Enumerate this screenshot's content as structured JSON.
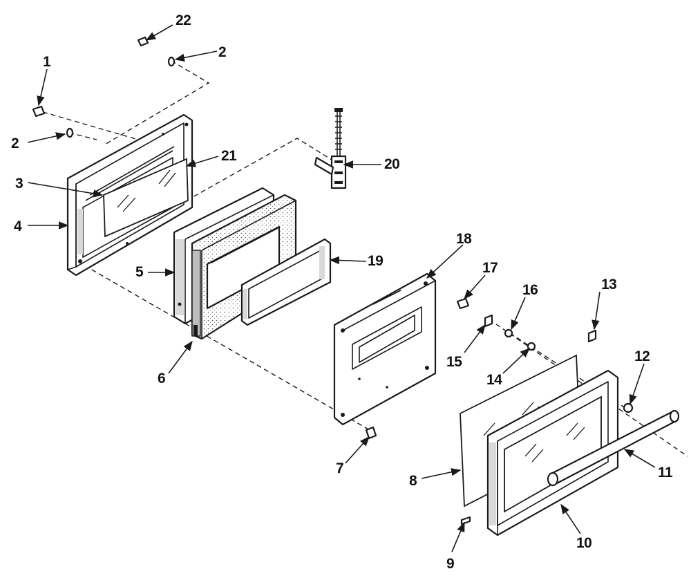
{
  "callouts": [
    {
      "id": "c1",
      "label": "1"
    },
    {
      "id": "c2a",
      "label": "2"
    },
    {
      "id": "c2b",
      "label": "2"
    },
    {
      "id": "c3",
      "label": "3"
    },
    {
      "id": "c4",
      "label": "4"
    },
    {
      "id": "c5",
      "label": "5"
    },
    {
      "id": "c6",
      "label": "6"
    },
    {
      "id": "c7",
      "label": "7"
    },
    {
      "id": "c8",
      "label": "8"
    },
    {
      "id": "c9",
      "label": "9"
    },
    {
      "id": "c10",
      "label": "10"
    },
    {
      "id": "c11",
      "label": "11"
    },
    {
      "id": "c12",
      "label": "12"
    },
    {
      "id": "c13",
      "label": "13"
    },
    {
      "id": "c14",
      "label": "14"
    },
    {
      "id": "c15",
      "label": "15"
    },
    {
      "id": "c16",
      "label": "16"
    },
    {
      "id": "c17",
      "label": "17"
    },
    {
      "id": "c18",
      "label": "18"
    },
    {
      "id": "c19",
      "label": "19"
    },
    {
      "id": "c20",
      "label": "20"
    },
    {
      "id": "c21",
      "label": "21"
    },
    {
      "id": "c22",
      "label": "22"
    }
  ],
  "colors": {
    "ink": "#1a1a1a",
    "paper": "#ffffff",
    "stipple": "#d9d9d9"
  }
}
